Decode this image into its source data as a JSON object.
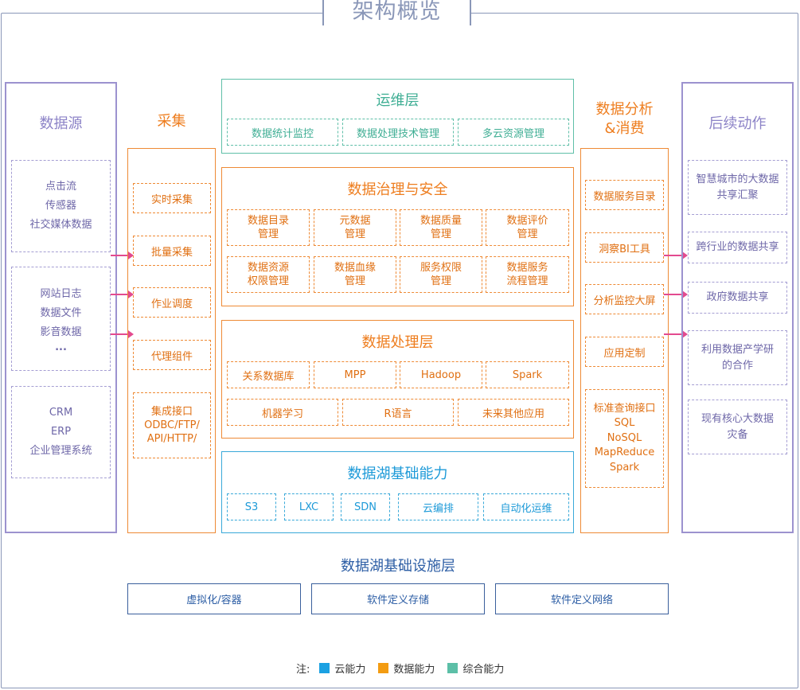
{
  "title": "架构概览",
  "data_source": {
    "title": "数据源",
    "groups": [
      [
        "点击流",
        "传感器",
        "社交媒体数据"
      ],
      [
        "网站日志",
        "数据文件",
        "影音数据",
        "..."
      ],
      [
        "CRM",
        "ERP",
        "企业管理系统"
      ]
    ]
  },
  "collection": {
    "title": "采集",
    "items": [
      "实时采集",
      "批量采集",
      "作业调度",
      "代理组件",
      "集成接口\nODBC/FTP/\nAPI/HTTP/"
    ]
  },
  "ops_layer": {
    "title": "运维层",
    "items": [
      "数据统计监控",
      "数据处理技术管理",
      "多云资源管理"
    ]
  },
  "governance": {
    "title": "数据治理与安全",
    "items": [
      "数据目录\n管理",
      "元数据\n管理",
      "数据质量\n管理",
      "数据评价\n管理",
      "数据资源\n权限管理",
      "数据血缘\n管理",
      "服务权限\n管理",
      "数据服务\n流程管理"
    ]
  },
  "processing": {
    "title": "数据处理层",
    "row1": [
      "关系数据库",
      "MPP",
      "Hadoop",
      "Spark"
    ],
    "row2": [
      "机器学习",
      "R语言",
      "未来其他应用"
    ]
  },
  "lake_capability": {
    "title": "数据湖基础能力",
    "items": [
      "S3",
      "LXC",
      "SDN",
      "云编排",
      "自动化运维"
    ]
  },
  "analysis": {
    "title": "数据分析\n&消费",
    "items": [
      "数据服务目录",
      "洞察BI工具",
      "分析监控大屏",
      "应用定制",
      "标准查询接口\nSQL\nNoSQL\nMapReduce\nSpark"
    ]
  },
  "followup": {
    "title": "后续动作",
    "items": [
      "智慧城市的大数据\n共享汇聚",
      "跨行业的数据共享",
      "政府数据共享",
      "利用数据产学研\n的合作",
      "现有核心大数据\n灾备"
    ]
  },
  "infra": {
    "title": "数据湖基础设施层",
    "items": [
      "虚拟化/容器",
      "软件定义存储",
      "软件定义网络"
    ]
  },
  "legend": {
    "note": "注:",
    "items": [
      {
        "label": "云能力",
        "color": "#1ba1e2"
      },
      {
        "label": "数据能力",
        "color": "#f39c12"
      },
      {
        "label": "综合能力",
        "color": "#5cbfa7"
      }
    ]
  }
}
